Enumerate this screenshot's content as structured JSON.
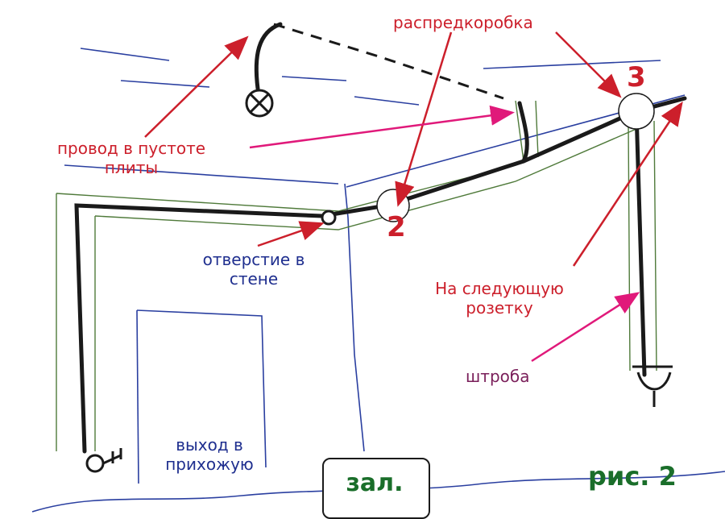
{
  "labels": {
    "junction_box": "распредкоробка",
    "wire_in_slab_line1": "провод в пустоте",
    "wire_in_slab_line2": "плиты",
    "wall_hole_line1": "отверстие в",
    "wall_hole_line2": "стене",
    "next_socket_line1": "На следующую",
    "next_socket_line2": "розетку",
    "chase": "штроба",
    "exit_line1": "выход в",
    "exit_line2": "прихожую",
    "room": "зал.",
    "figure": "рис. 2",
    "num_2": "2",
    "num_3": "3"
  },
  "colors": {
    "annotation_red": "#cc1f2b",
    "annotation_blue": "#1f2f8f",
    "arrow_magenta": "#e0197a",
    "wire": "#1a1a1a",
    "chase_outline": "#4f7a3a",
    "green_text": "#1a6e2a"
  },
  "icons": [
    "ceiling-lamp-icon",
    "switch-icon",
    "wall-socket-icon"
  ]
}
